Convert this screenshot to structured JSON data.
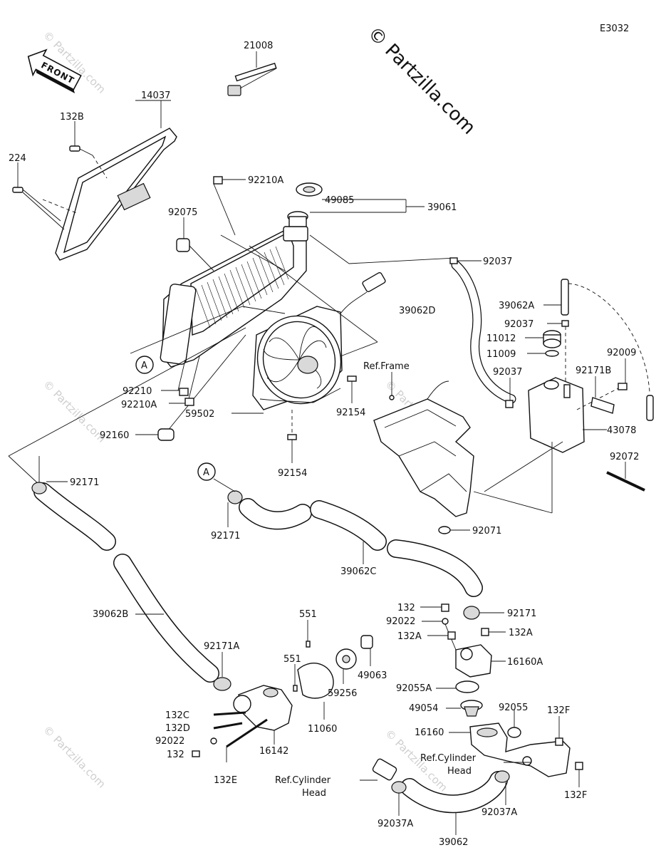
{
  "diagram_code": "E3032",
  "front_label": "FRONT",
  "copyright": "© Partzilla.com",
  "watermark": "© Partzilla.com",
  "colors": {
    "ink": "#111111",
    "watermark": "#cfcfcf",
    "background": "#ffffff"
  },
  "labels": {
    "p21008": "21008",
    "p14037": "14037",
    "p132b": "132B",
    "p224": "224",
    "p92210a_top": "92210A",
    "p49085": "49085",
    "p39061": "39061",
    "p92075": "92075",
    "p92037_top": "92037",
    "p39062a": "39062A",
    "p39062d": "39062D",
    "p92037_tank": "92037",
    "p11012": "11012",
    "p11009": "11009",
    "p92009": "92009",
    "ref_frame": "Ref.Frame",
    "p92037_mid": "92037",
    "p92171b": "92171B",
    "p43078": "43078",
    "callout_a1": "A",
    "p92210": "92210",
    "p92210a_low": "92210A",
    "p59502": "59502",
    "p92154_r": "92154",
    "p92160": "92160",
    "p92154_b": "92154",
    "p92072": "92072",
    "p92171_l": "92171",
    "callout_a2": "A",
    "p92171_m": "92171",
    "p92071": "92071",
    "p39062c": "39062C",
    "p132_t": "132",
    "p92171_r": "92171",
    "p92022_t": "92022",
    "p551_a": "551",
    "p39062b": "39062B",
    "p132a_l": "132A",
    "p132a_r": "132A",
    "p92171a": "92171A",
    "p49063": "49063",
    "p16160a": "16160A",
    "p551_b": "551",
    "p59256": "59256",
    "p92055a": "92055A",
    "p132c": "132C",
    "p11060": "11060",
    "p49054": "49054",
    "p92055": "92055",
    "p132f_t": "132F",
    "p132d": "132D",
    "p16160": "16160",
    "p92022_b": "92022",
    "p16142": "16142",
    "ref_cyl_r1": "Ref.Cylinder",
    "ref_cyl_r2": "Head",
    "p132_b": "132",
    "p132e": "132E",
    "ref_cyl_l1": "Ref.Cylinder",
    "ref_cyl_l2": "Head",
    "p132f_b": "132F",
    "p92037a_l": "92037A",
    "p92037a_r": "92037A",
    "p39062": "39062"
  }
}
